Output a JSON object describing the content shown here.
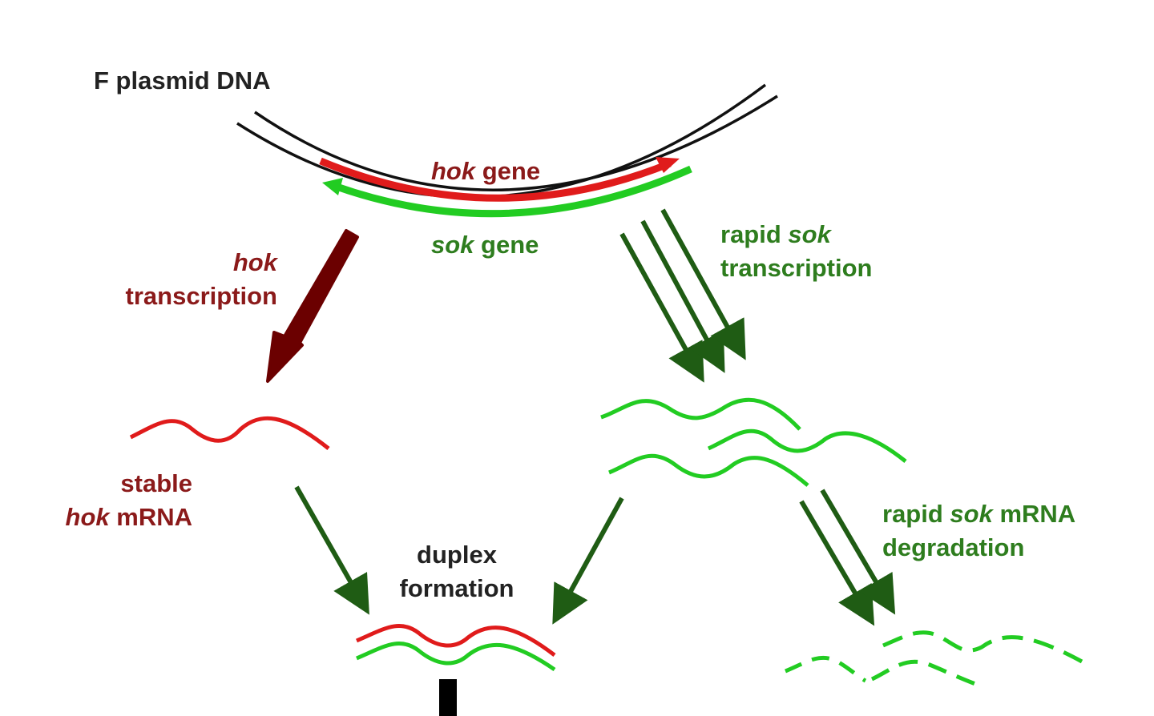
{
  "colors": {
    "dna": "#111111",
    "hok_gene": "#e01b1b",
    "sok_gene": "#22cc22",
    "hok_arrow": "#6b0000",
    "sok_arrow": "#1f5c14",
    "hok_label": "#8b1a1a",
    "sok_label": "#2e7d1e",
    "text": "#222222",
    "blocker": "#000000"
  },
  "labels": {
    "plasmid": "F plasmid DNA",
    "hok_gene_italic": "hok",
    "hok_gene_rest": " gene",
    "sok_gene_italic": "sok",
    "sok_gene_rest": " gene",
    "hok_transcription_italic": "hok",
    "hok_transcription_rest": "transcription",
    "rapid_sok_pre": "rapid ",
    "rapid_sok_italic": "sok",
    "rapid_sok_rest": "transcription",
    "stable_line1": "stable",
    "stable_hok_italic": "hok",
    "stable_hok_rest": " mRNA",
    "duplex_line1": "duplex",
    "duplex_line2": "formation",
    "degradation_pre": "rapid ",
    "degradation_italic": "sok",
    "degradation_mid": " mRNA",
    "degradation_line2": "degradation"
  },
  "icons": {
    "hok_direction": "arrowhead-right-icon",
    "sok_direction": "arrowhead-left-icon"
  }
}
